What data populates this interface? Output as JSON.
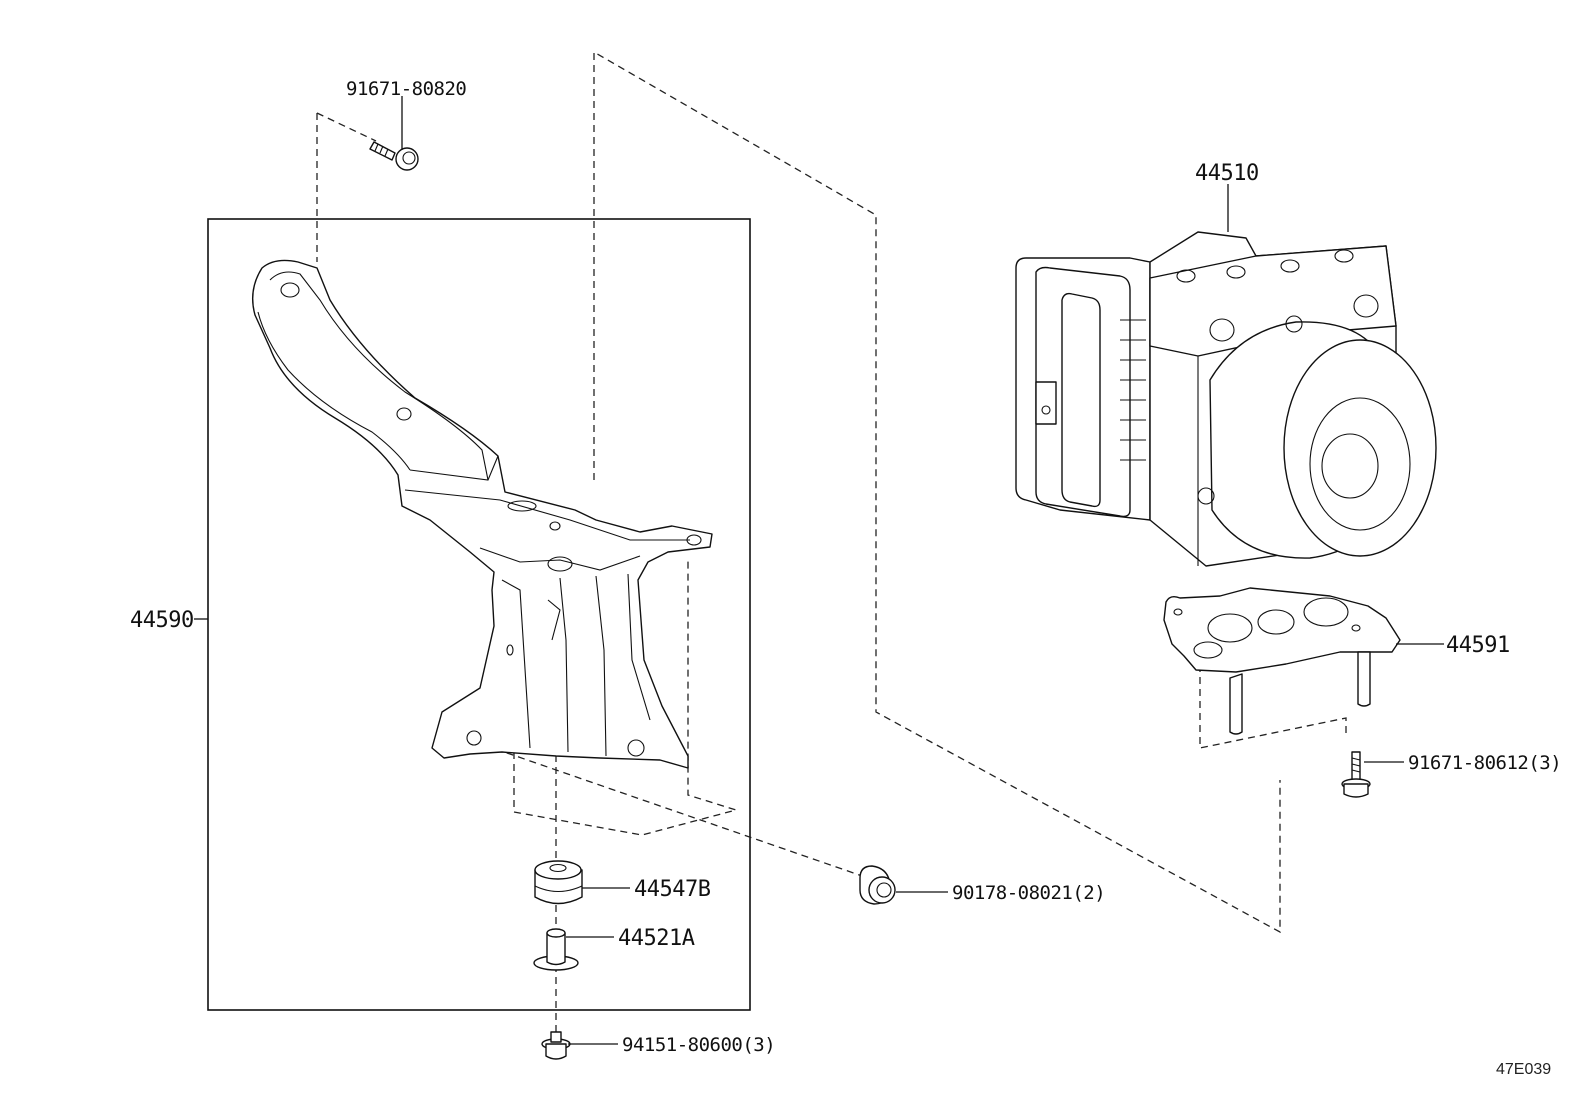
{
  "labels": {
    "bolt_top": "91671-80820",
    "actuator": "44510",
    "bracket_assembly": "44590",
    "gasket_plate": "44591",
    "bolt_right": "91671-80612(3)",
    "nut": "90178-08021(2)",
    "cushion": "44547B",
    "collar": "44521A",
    "bolt_bottom": "94151-80600(3)"
  },
  "reference_code": "47E039",
  "colors": {
    "line": "#111111",
    "background": "#ffffff"
  }
}
